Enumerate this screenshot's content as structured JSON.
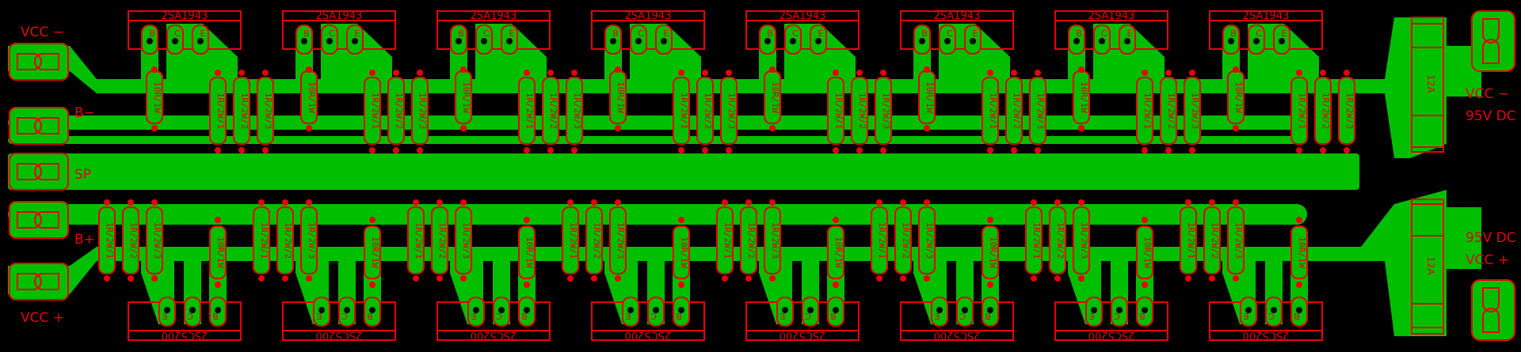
{
  "colors": {
    "background": "#000000",
    "copper": "#00BF00",
    "silkscreen": "#E8000B",
    "pad": "#00BF00",
    "drill": "#000000"
  },
  "labels": {
    "vcc_minus_left": "VCC −",
    "b_minus": "B−",
    "sp": "SP",
    "b_plus": "B+",
    "vcc_plus_left": "VCC +",
    "vcc_minus_right": "VCC −",
    "v95_minus": "95V DC",
    "v95_plus": "95V DC",
    "vcc_plus_right": "VCC +",
    "fuse_top": "12A",
    "fuse_bottom": "12A"
  },
  "transistor_top_name": "2SA1943",
  "transistor_bottom_name": "2SC5200",
  "pin_b": "B",
  "pin_c": "C",
  "pin_e": "E",
  "resistor_base_top": "10R/1W",
  "resistor_base_bottom": "10R/1W",
  "resistor_emitter_labels": [
    "1R/2W/1",
    "1R/2W/2",
    "1R/2W/3"
  ],
  "stage_count": 8
}
